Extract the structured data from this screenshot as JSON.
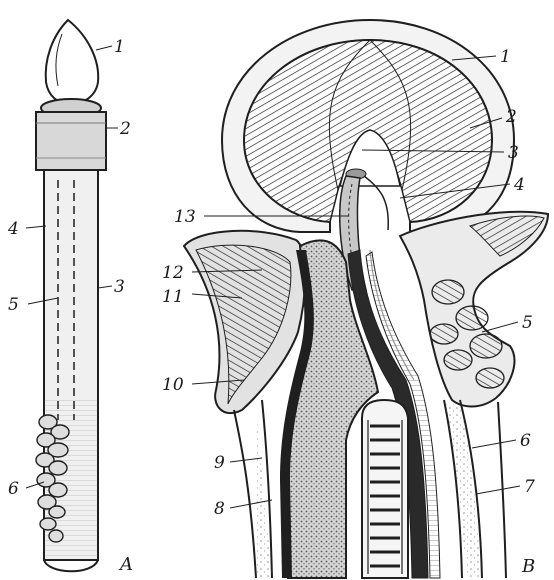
{
  "panels": {
    "a": "A",
    "b": "B"
  },
  "panel_a_labels": {
    "l1": "1",
    "l2": "2",
    "l3": "3",
    "l4": "4",
    "l5": "5",
    "l6": "6"
  },
  "panel_b_labels": {
    "l1": "1",
    "l2": "2",
    "l3": "3",
    "l4": "4",
    "l5": "5",
    "l6": "6",
    "l7": "7",
    "l8": "8",
    "l9": "9",
    "l10": "10",
    "l11": "11",
    "l12": "12",
    "l13": "13"
  }
}
